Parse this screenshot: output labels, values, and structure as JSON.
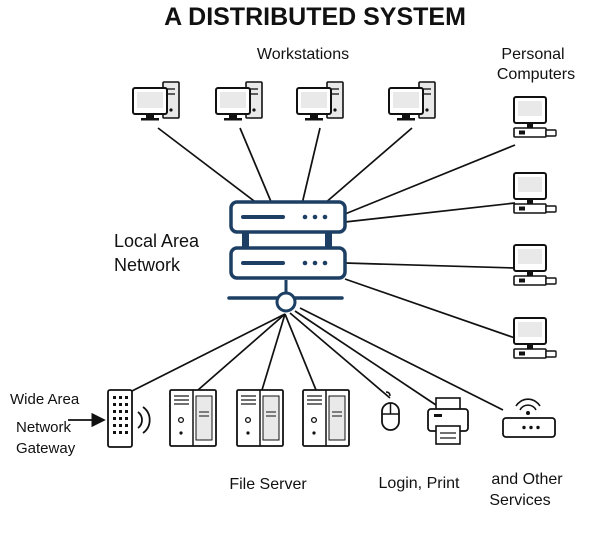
{
  "title": "A DISTRIBUTED SYSTEM",
  "labels": {
    "workstations": "Workstations",
    "personal_line1": "Personal",
    "personal_line2": "Computers",
    "lan_line1": "Local Area",
    "lan_line2": "Network",
    "wan_line1": "Wide Area",
    "wan_line2": "Network",
    "wan_line3": "Gateway",
    "file_server": "File Server",
    "login_print": "Login,  Print",
    "other_line1": "and Other",
    "other_line2": "Services"
  },
  "icons": {
    "workstations": [
      "workstation-icon",
      "workstation-icon",
      "workstation-icon",
      "workstation-icon"
    ],
    "personal_computers": [
      "pc-icon",
      "pc-icon",
      "pc-icon",
      "pc-icon"
    ],
    "file_servers": [
      "file-server-icon",
      "file-server-icon",
      "file-server-icon"
    ],
    "services": [
      "mouse-icon",
      "printer-icon",
      "router-icon"
    ],
    "gateway": "gateway-icon"
  },
  "colors": {
    "line": "#111111",
    "server_blue": "#1d3f63",
    "device_fill": "#e9e9e9",
    "text": "#111111"
  }
}
